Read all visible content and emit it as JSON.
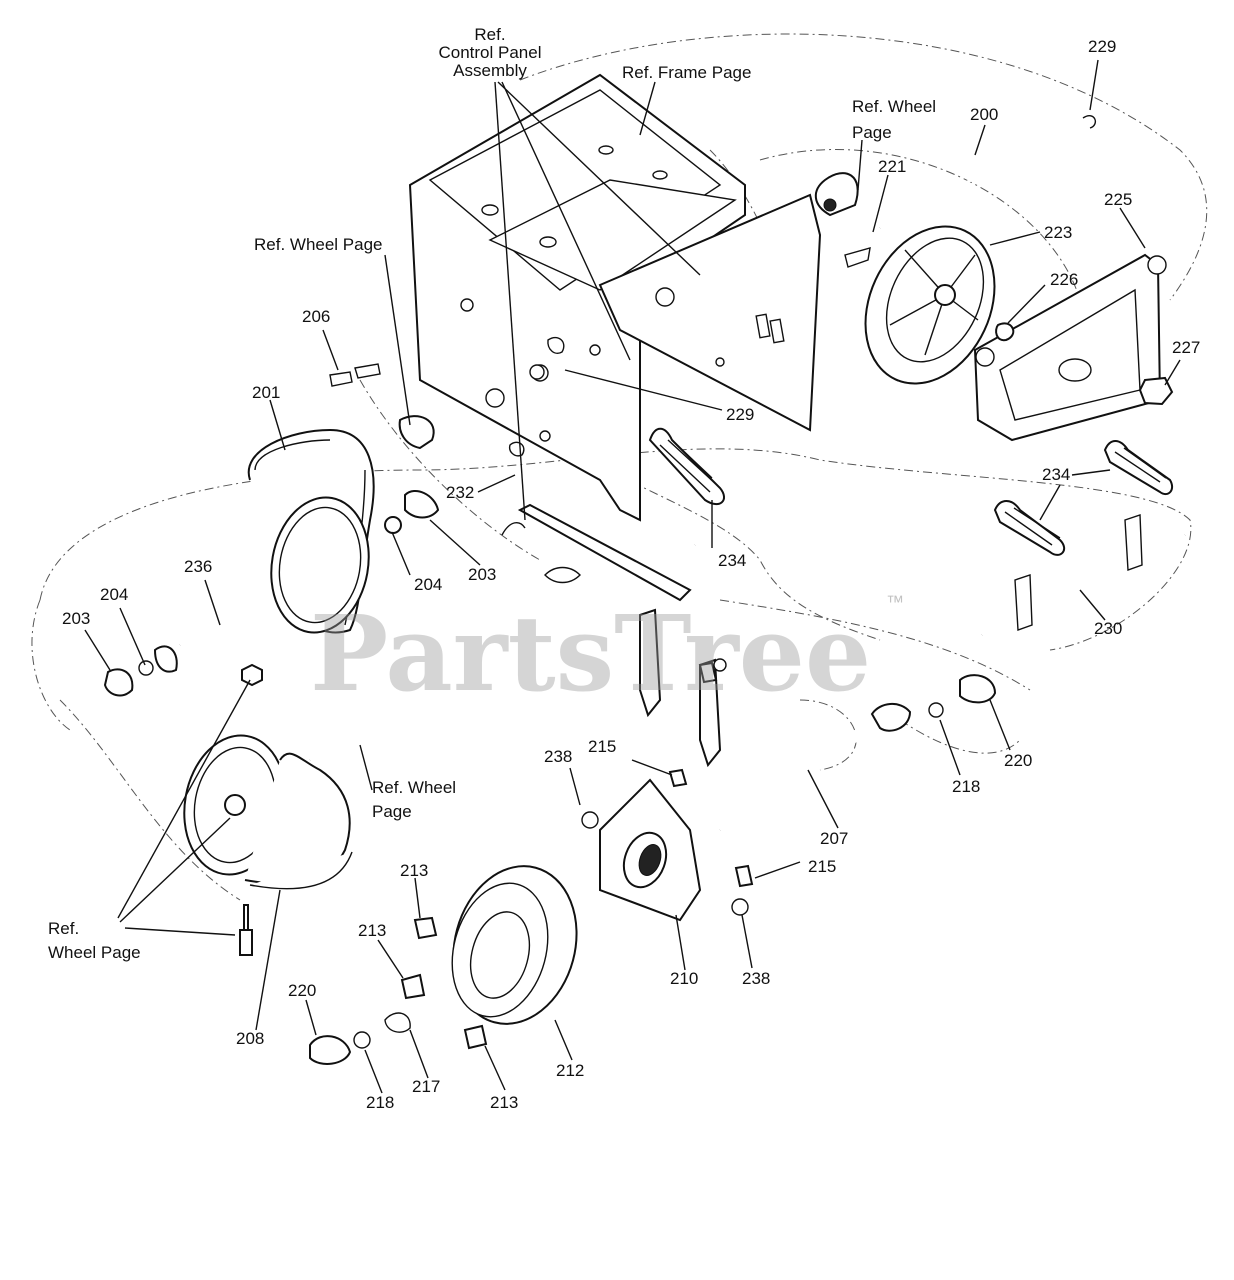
{
  "diagram": {
    "watermark": "PartsTree",
    "watermark_mark": "™",
    "ref_labels": {
      "control_panel": [
        "Ref.",
        "Control Panel",
        "Assembly"
      ],
      "frame_page": "Ref. Frame Page",
      "wheel_page_top_right": [
        "Ref. Wheel",
        "Page"
      ],
      "wheel_page_left": "Ref. Wheel Page",
      "wheel_page_center": [
        "Ref. Wheel",
        "Page"
      ],
      "wheel_page_bottom_left": [
        "Ref.",
        "Wheel Page"
      ]
    },
    "part_numbers": {
      "p229_top": "229",
      "p200": "200",
      "p221": "221",
      "p223": "223",
      "p225": "225",
      "p226": "226",
      "p227": "227",
      "p206": "206",
      "p201": "201",
      "p229_mid": "229",
      "p232": "232",
      "p234_center": "234",
      "p234_right": "234",
      "p204_mid": "204",
      "p203_mid": "203",
      "p236": "236",
      "p204_left": "204",
      "p203_left": "203",
      "p230": "230",
      "p220_right": "220",
      "p218_right": "218",
      "p238_top": "238",
      "p215_top": "215",
      "p207": "207",
      "p215_right": "215",
      "p238_bottom": "238",
      "p210": "210",
      "p213_a": "213",
      "p213_b": "213",
      "p213_c": "213",
      "p212": "212",
      "p220_left": "220",
      "p218_left": "218",
      "p217": "217",
      "p208": "208"
    }
  }
}
